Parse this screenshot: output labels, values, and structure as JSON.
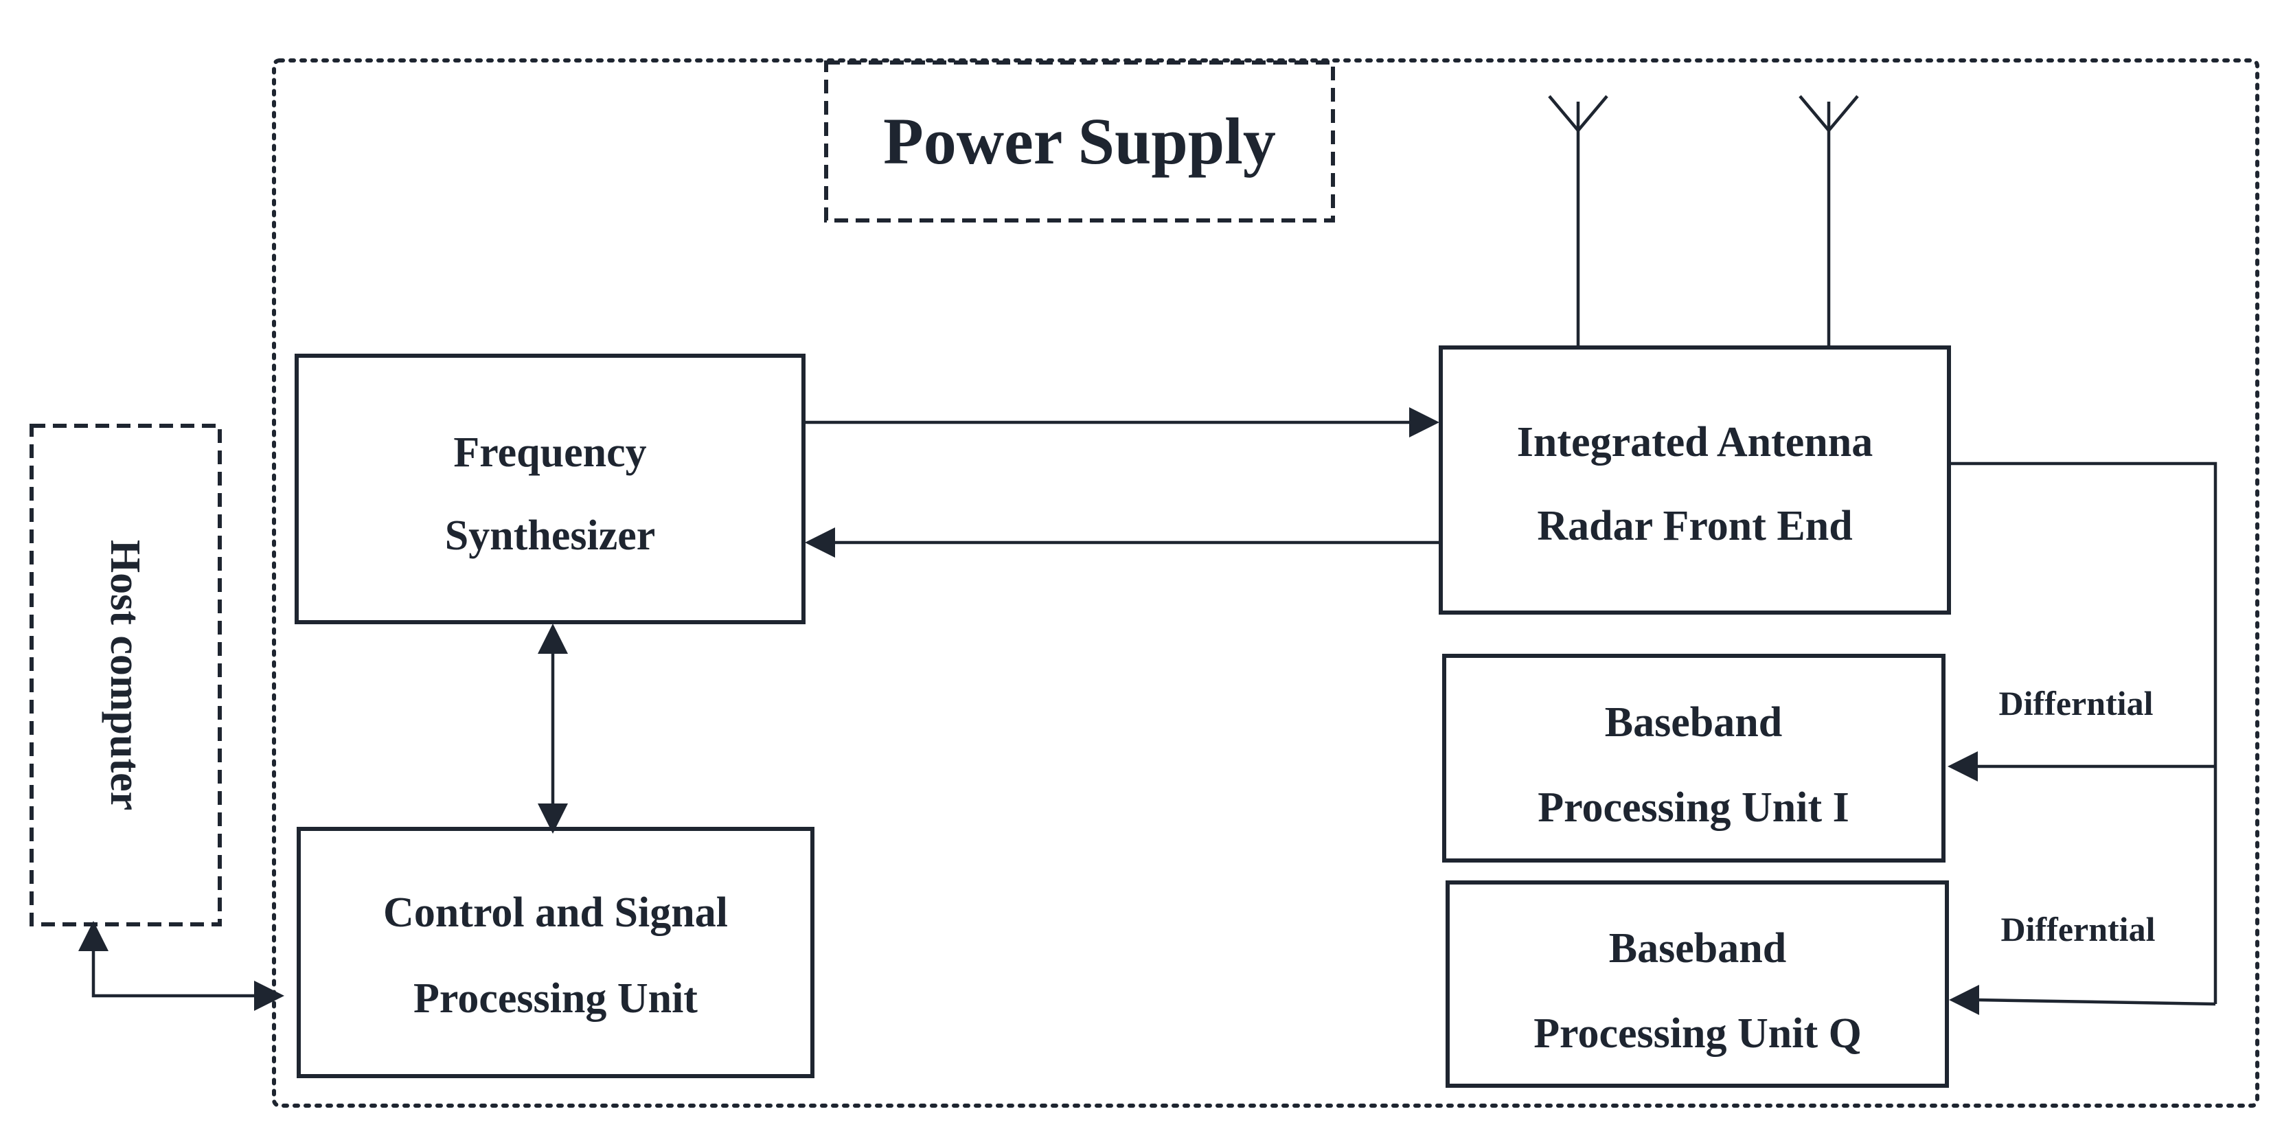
{
  "diagram": {
    "power_supply": "Power Supply",
    "host_computer": "Host computer",
    "frequency_synthesizer": [
      "Frequency",
      "Synthesizer"
    ],
    "radar_front_end": [
      "Integrated Antenna",
      "Radar Front End"
    ],
    "control_unit": [
      "Control and Signal",
      "Processing Unit"
    ],
    "baseband_i": [
      "Baseband",
      "Processing Unit I"
    ],
    "baseband_q": [
      "Baseband",
      "Processing Unit Q"
    ],
    "differential_i": "Differntial",
    "differential_q": "Differntial"
  },
  "colors": {
    "stroke": "#1e2530",
    "text": "#1e2530",
    "background": "#ffffff"
  }
}
